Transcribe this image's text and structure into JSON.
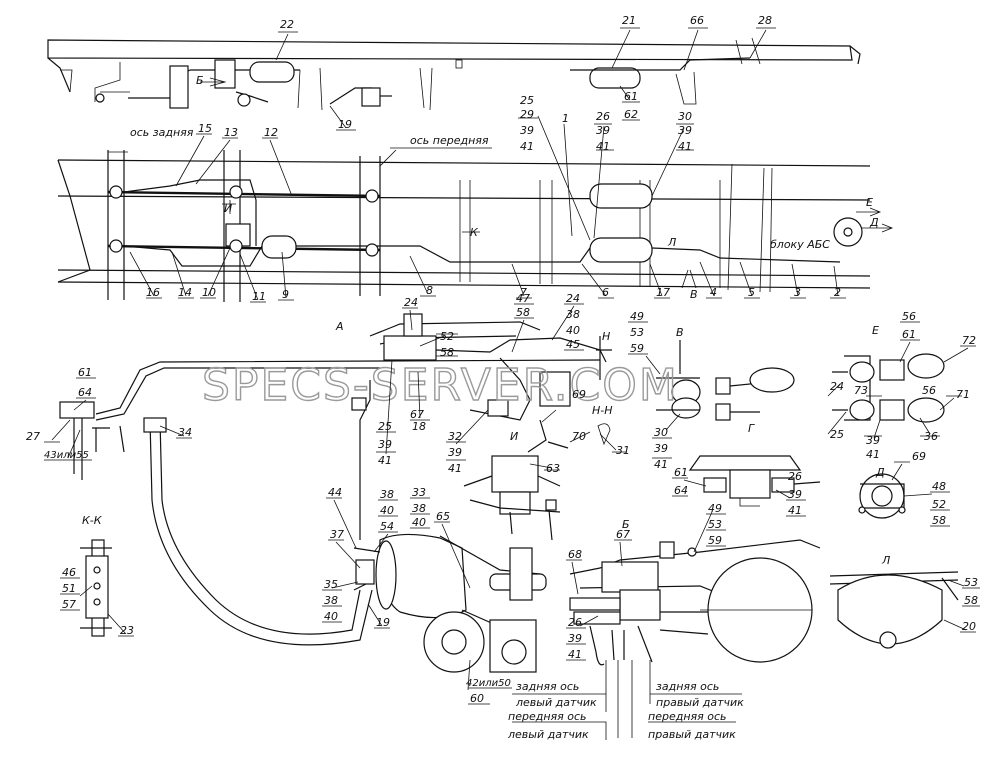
{
  "callouts": [
    {
      "id": "c22",
      "text": "22"
    },
    {
      "id": "c21",
      "text": "21"
    },
    {
      "id": "c66",
      "text": "66"
    },
    {
      "id": "c28",
      "text": "28"
    },
    {
      "id": "c19a",
      "text": "19"
    },
    {
      "id": "c61a",
      "text": "61"
    },
    {
      "id": "c62",
      "text": "62"
    },
    {
      "id": "c25a",
      "text": "25"
    },
    {
      "id": "c29",
      "text": "29"
    },
    {
      "id": "c39a",
      "text": "39"
    },
    {
      "id": "c41a",
      "text": "41"
    },
    {
      "id": "c1",
      "text": "1"
    },
    {
      "id": "c26a",
      "text": "26"
    },
    {
      "id": "c39b",
      "text": "39"
    },
    {
      "id": "c41b",
      "text": "41"
    },
    {
      "id": "c30a",
      "text": "30"
    },
    {
      "id": "c39c",
      "text": "39"
    },
    {
      "id": "c41c",
      "text": "41"
    },
    {
      "id": "c15",
      "text": "15"
    },
    {
      "id": "c13",
      "text": "13"
    },
    {
      "id": "c12",
      "text": "12"
    },
    {
      "id": "c16",
      "text": "16"
    },
    {
      "id": "c14",
      "text": "14"
    },
    {
      "id": "c10",
      "text": "10"
    },
    {
      "id": "c11",
      "text": "11"
    },
    {
      "id": "c9",
      "text": "9"
    },
    {
      "id": "c8",
      "text": "8"
    },
    {
      "id": "c7",
      "text": "7"
    },
    {
      "id": "c6",
      "text": "6"
    },
    {
      "id": "c17",
      "text": "17"
    },
    {
      "id": "c4",
      "text": "4"
    },
    {
      "id": "c5",
      "text": "5"
    },
    {
      "id": "c3",
      "text": "3"
    },
    {
      "id": "c2",
      "text": "2"
    },
    {
      "id": "c24a",
      "text": "24"
    },
    {
      "id": "c52a",
      "text": "52"
    },
    {
      "id": "c58a",
      "text": "58"
    },
    {
      "id": "c47",
      "text": "47"
    },
    {
      "id": "c58b",
      "text": "58"
    },
    {
      "id": "c24b",
      "text": "24"
    },
    {
      "id": "c38a",
      "text": "38"
    },
    {
      "id": "c40a",
      "text": "40"
    },
    {
      "id": "c45",
      "text": "45"
    },
    {
      "id": "c49a",
      "text": "49"
    },
    {
      "id": "c53a",
      "text": "53"
    },
    {
      "id": "c59a",
      "text": "59"
    },
    {
      "id": "c56a",
      "text": "56"
    },
    {
      "id": "c61b",
      "text": "61"
    },
    {
      "id": "c72",
      "text": "72"
    },
    {
      "id": "c61c",
      "text": "61"
    },
    {
      "id": "c64a",
      "text": "64"
    },
    {
      "id": "c27",
      "text": "27"
    },
    {
      "id": "c43",
      "text": "43или55"
    },
    {
      "id": "c34",
      "text": "34"
    },
    {
      "id": "c25b",
      "text": "25"
    },
    {
      "id": "c39d",
      "text": "39"
    },
    {
      "id": "c41d",
      "text": "41"
    },
    {
      "id": "c67a",
      "text": "67"
    },
    {
      "id": "c18",
      "text": "18"
    },
    {
      "id": "c32",
      "text": "32"
    },
    {
      "id": "c39e",
      "text": "39"
    },
    {
      "id": "c41e",
      "text": "41"
    },
    {
      "id": "c69a",
      "text": "69"
    },
    {
      "id": "c70",
      "text": "70"
    },
    {
      "id": "c31",
      "text": "31"
    },
    {
      "id": "c63",
      "text": "63"
    },
    {
      "id": "c30b",
      "text": "30"
    },
    {
      "id": "c39f",
      "text": "39"
    },
    {
      "id": "c41f",
      "text": "41"
    },
    {
      "id": "c61d",
      "text": "61"
    },
    {
      "id": "c64b",
      "text": "64"
    },
    {
      "id": "c26b",
      "text": "26"
    },
    {
      "id": "c39g",
      "text": "39"
    },
    {
      "id": "c41g",
      "text": "41"
    },
    {
      "id": "c24c",
      "text": "24"
    },
    {
      "id": "c73",
      "text": "73"
    },
    {
      "id": "c56b",
      "text": "56"
    },
    {
      "id": "c71",
      "text": "71"
    },
    {
      "id": "c25c",
      "text": "25"
    },
    {
      "id": "c39h",
      "text": "39"
    },
    {
      "id": "c41h",
      "text": "41"
    },
    {
      "id": "c36",
      "text": "36"
    },
    {
      "id": "c69b",
      "text": "69"
    },
    {
      "id": "c48",
      "text": "48"
    },
    {
      "id": "c52b",
      "text": "52"
    },
    {
      "id": "c58c",
      "text": "58"
    },
    {
      "id": "c46",
      "text": "46"
    },
    {
      "id": "c51",
      "text": "51"
    },
    {
      "id": "c57",
      "text": "57"
    },
    {
      "id": "c23",
      "text": "23"
    },
    {
      "id": "c44",
      "text": "44"
    },
    {
      "id": "c38b",
      "text": "38"
    },
    {
      "id": "c40b",
      "text": "40"
    },
    {
      "id": "c54",
      "text": "54"
    },
    {
      "id": "c33",
      "text": "33"
    },
    {
      "id": "c38c",
      "text": "38"
    },
    {
      "id": "c40c",
      "text": "40"
    },
    {
      "id": "c65",
      "text": "65"
    },
    {
      "id": "c37",
      "text": "37"
    },
    {
      "id": "c35",
      "text": "35"
    },
    {
      "id": "c38d",
      "text": "38"
    },
    {
      "id": "c40d",
      "text": "40"
    },
    {
      "id": "c19b",
      "text": "19"
    },
    {
      "id": "c49b",
      "text": "49"
    },
    {
      "id": "c53b",
      "text": "53"
    },
    {
      "id": "c59b",
      "text": "59"
    },
    {
      "id": "c67b",
      "text": "67"
    },
    {
      "id": "c68",
      "text": "68"
    },
    {
      "id": "c26c",
      "text": "26"
    },
    {
      "id": "c39i",
      "text": "39"
    },
    {
      "id": "c41i",
      "text": "41"
    },
    {
      "id": "c53c",
      "text": "53"
    },
    {
      "id": "c58d",
      "text": "58"
    },
    {
      "id": "c20",
      "text": "20"
    },
    {
      "id": "c42",
      "text": "42или50"
    },
    {
      "id": "c60",
      "text": "60"
    }
  ],
  "view_letters": [
    {
      "id": "vA",
      "text": "А"
    },
    {
      "id": "vB",
      "text": "Б"
    },
    {
      "id": "vB2",
      "text": "Б"
    },
    {
      "id": "vV",
      "text": "В"
    },
    {
      "id": "vV2",
      "text": "В"
    },
    {
      "id": "vG",
      "text": "Г"
    },
    {
      "id": "vD",
      "text": "Д"
    },
    {
      "id": "vD2",
      "text": "Д"
    },
    {
      "id": "vE",
      "text": "Е"
    },
    {
      "id": "vE2",
      "text": "Е"
    },
    {
      "id": "vI",
      "text": "И"
    },
    {
      "id": "vI2",
      "text": "И"
    },
    {
      "id": "vK",
      "text": "К"
    },
    {
      "id": "vKK",
      "text": "К-К"
    },
    {
      "id": "vN",
      "text": "Н"
    },
    {
      "id": "vNN",
      "text": "Н-Н"
    },
    {
      "id": "vL",
      "text": "Л"
    },
    {
      "id": "vL2",
      "text": "Л"
    }
  ],
  "text_labels": {
    "rear_axle": "ось задняя",
    "front_axle": "ось передняя",
    "to_abs": "блоку АБС",
    "rear_axle_left_1": "задняя ось",
    "rear_axle_left_2": "левый датчик",
    "rear_axle_right_1": "задняя ось",
    "rear_axle_right_2": "правый датчик",
    "front_axle_left_1": "передняя ось",
    "front_axle_left_2": "левый датчик",
    "front_axle_right_1": "передняя ось",
    "front_axle_right_2": "правый датчик"
  },
  "watermark": "SPECS-SERVER.COM"
}
